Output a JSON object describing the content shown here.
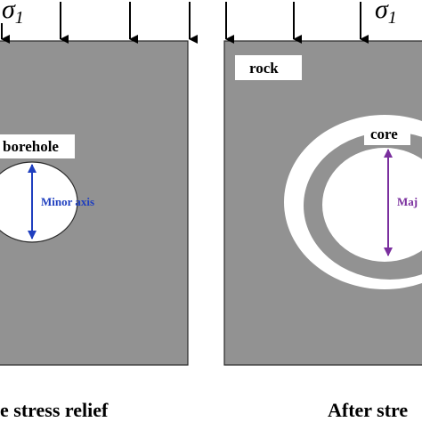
{
  "load": {
    "symbol": "σ",
    "subscript": "1",
    "arrow_icon": "down-arrow-icon"
  },
  "left_panel": {
    "hole_label": "borehole",
    "axis_label": "Minor axis",
    "caption": "e stress relief"
  },
  "right_panel": {
    "rock_label": "rock",
    "core_label": "core",
    "axis_label": "Maj",
    "caption": "After stre"
  },
  "colors": {
    "rock": "#929292",
    "rock_edge": "#2a2a2a",
    "hole": "#ffffff",
    "minor_axis": "#1f3fbf",
    "major_axis": "#7a2f9e"
  }
}
